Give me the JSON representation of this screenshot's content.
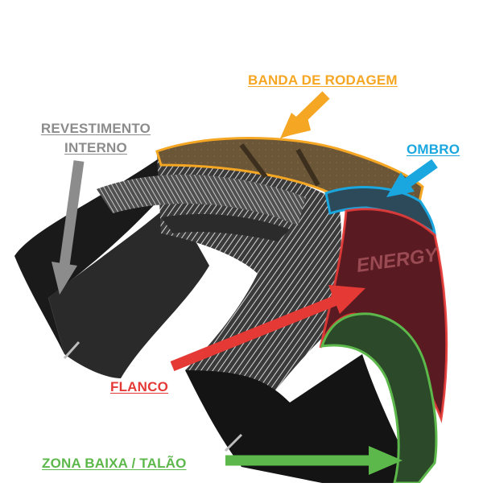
{
  "labels": {
    "tread": "BANDA DE RODAGEM",
    "shoulder": "OMBRO",
    "inner_liner_line1": "REVESTIMENTO",
    "inner_liner_line2": "INTERNO",
    "sidewall": "FLANCO",
    "bead": "ZONA BAIXA / TALÃO",
    "brand_on_sidewall": "ENERGY"
  },
  "colors": {
    "tread": "#f5a623",
    "shoulder": "#1aa7e0",
    "inner_liner": "#8c8c8c",
    "sidewall": "#e53935",
    "bead": "#5cb84a",
    "rubber": "#1f1f1f"
  }
}
